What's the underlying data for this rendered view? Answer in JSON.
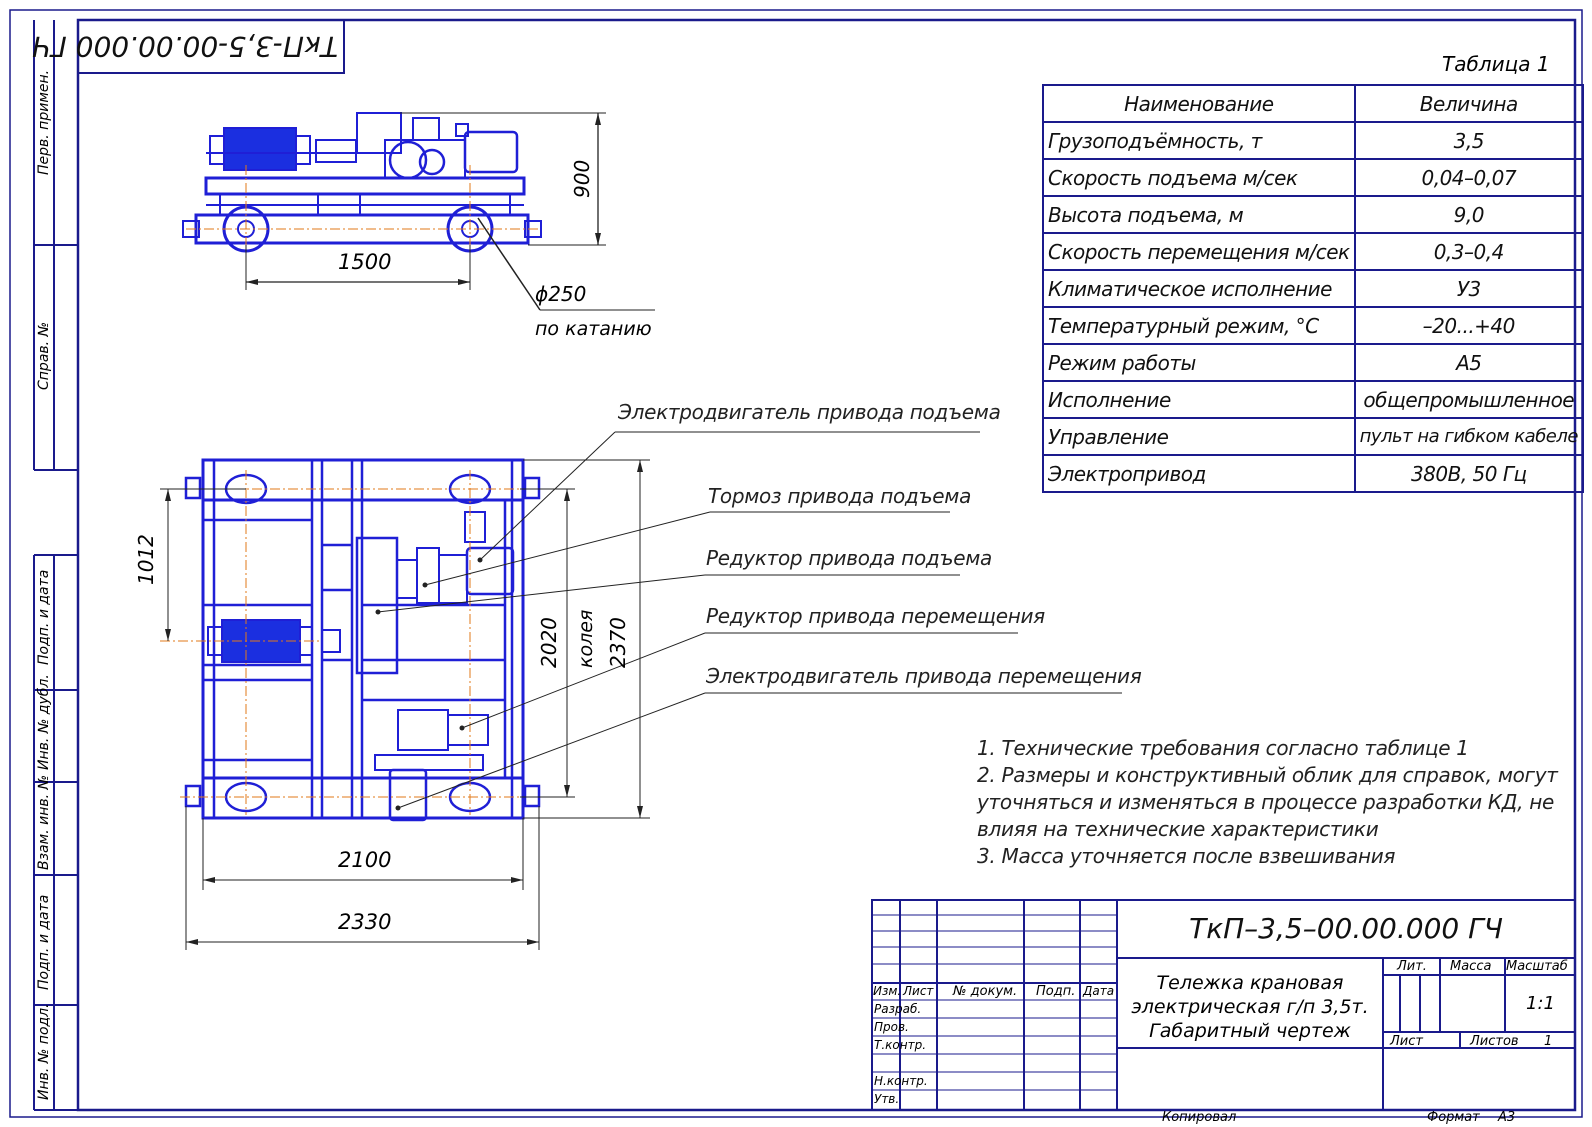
{
  "stamp_rotated": "ТкП-3,5-00.00.000 ГЧ",
  "side_strip": {
    "perv_primen": "Перв. примен.",
    "sprav_no": "Справ. №",
    "podp_data_1": "Подп. и дата",
    "inv_dubl": "Инв. № дубл.",
    "vzam_inv": "Взам. инв. №",
    "podp_data_2": "Подп. и дата",
    "inv_podl": "Инв. № подл."
  },
  "top_view": {
    "dim_height": "900",
    "dim_base": "1500",
    "wheel_dia": "ϕ250",
    "wheel_note": "по катанию"
  },
  "plan_view": {
    "dim_1012": "1012",
    "dim_2020": "2020",
    "dim_gauge_label": "колея",
    "dim_2370": "2370",
    "dim_2100": "2100",
    "dim_2330": "2330"
  },
  "callouts": [
    "Электродвигатель привода подъема",
    "Тормоз привода подъема",
    "Редуктор привода подъема",
    "Редуктор привода перемещения",
    "Электродвигатель привода перемещения"
  ],
  "table": {
    "caption": "Таблица 1",
    "header": [
      "Наименование",
      "Величина"
    ],
    "rows": [
      [
        "Грузоподъёмность, т",
        "3,5"
      ],
      [
        "Скорость подъема м/сек",
        "0,04–0,07"
      ],
      [
        "Высота подъема, м",
        "9,0"
      ],
      [
        "Скорость перемещения м/сек",
        "0,3–0,4"
      ],
      [
        "Климатическое исполнение",
        "У3"
      ],
      [
        "Температурный режим, °С",
        "–20...+40"
      ],
      [
        "Режим работы",
        "А5"
      ],
      [
        "Исполнение",
        "общепромышленное"
      ],
      [
        "Управление",
        "пульт на гибком кабеле"
      ],
      [
        "Электропривод",
        "380В, 50 Гц"
      ]
    ]
  },
  "notes": [
    "1. Технические требования согласно таблице 1",
    "2. Размеры и конструктивный облик для справок, могут",
    "уточняться и изменяться в процессе разработки КД, не",
    "влияя на технические характеристики",
    "3. Масса уточняется после взвешивания"
  ],
  "title_block": {
    "doc_number": "ТкП–3,5–00.00.000 ГЧ",
    "name_lines": [
      "Тележка крановая",
      "электрическая г/п 3,5т.",
      "Габаритный чертеж"
    ],
    "col_izm": "Изм.",
    "col_list": "Лист",
    "col_doc": "№ докум.",
    "col_podp": "Подп.",
    "col_data": "Дата",
    "row_razrab": "Разраб.",
    "row_prov": "Пров.",
    "row_tkontr": "Т.контр.",
    "row_nkontr": "Н.контр.",
    "row_utv": "Утв.",
    "lit": "Лит.",
    "massa": "Масса",
    "masshtab": "Масштаб",
    "scale": "1:1",
    "list": "Лист",
    "listov": "Листов",
    "listov_value": "1",
    "kopiroval": "Копировал",
    "format": "Формат",
    "format_value": "А3"
  },
  "colors": {
    "frame": "#1a1a8c",
    "machine": "#1f1fd6",
    "drum_fill": "#1b2fe0",
    "center_line": "#e07a1a",
    "dim": "#222222"
  }
}
